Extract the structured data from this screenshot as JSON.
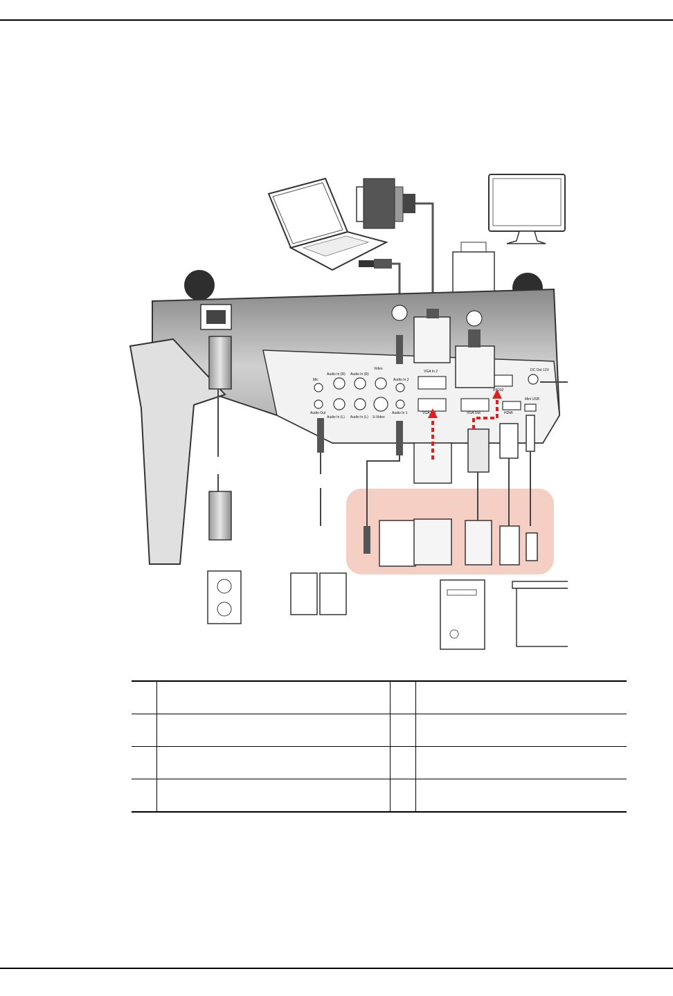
{
  "ports": {
    "mic": "Mic",
    "audio_in_r_left": "Audio In (R)",
    "audio_in_r_right": "Audio In (R)",
    "video": "Video",
    "audio_in_2": "Audio In 2",
    "vga_in_2": "VGA In 2",
    "audio_out": "Audio Out",
    "audio_in_l_left": "Audio In (L)",
    "audio_in_l_right": "Audio In (L)",
    "s_video": "S-Video",
    "audio_in_1": "Audio In 1",
    "vga_in_1": "VGA In 1",
    "vga_out": "VGA Out",
    "rs232": "RS232",
    "hdmi": "HDMI",
    "mini_usb": "Mini USB",
    "dc_out": "DC Out 12V"
  },
  "colors": {
    "highlight": "#f6cfc4",
    "arrow": "#e0201c",
    "projector": "#c9c9c9",
    "dark": "#3a3a3a"
  }
}
